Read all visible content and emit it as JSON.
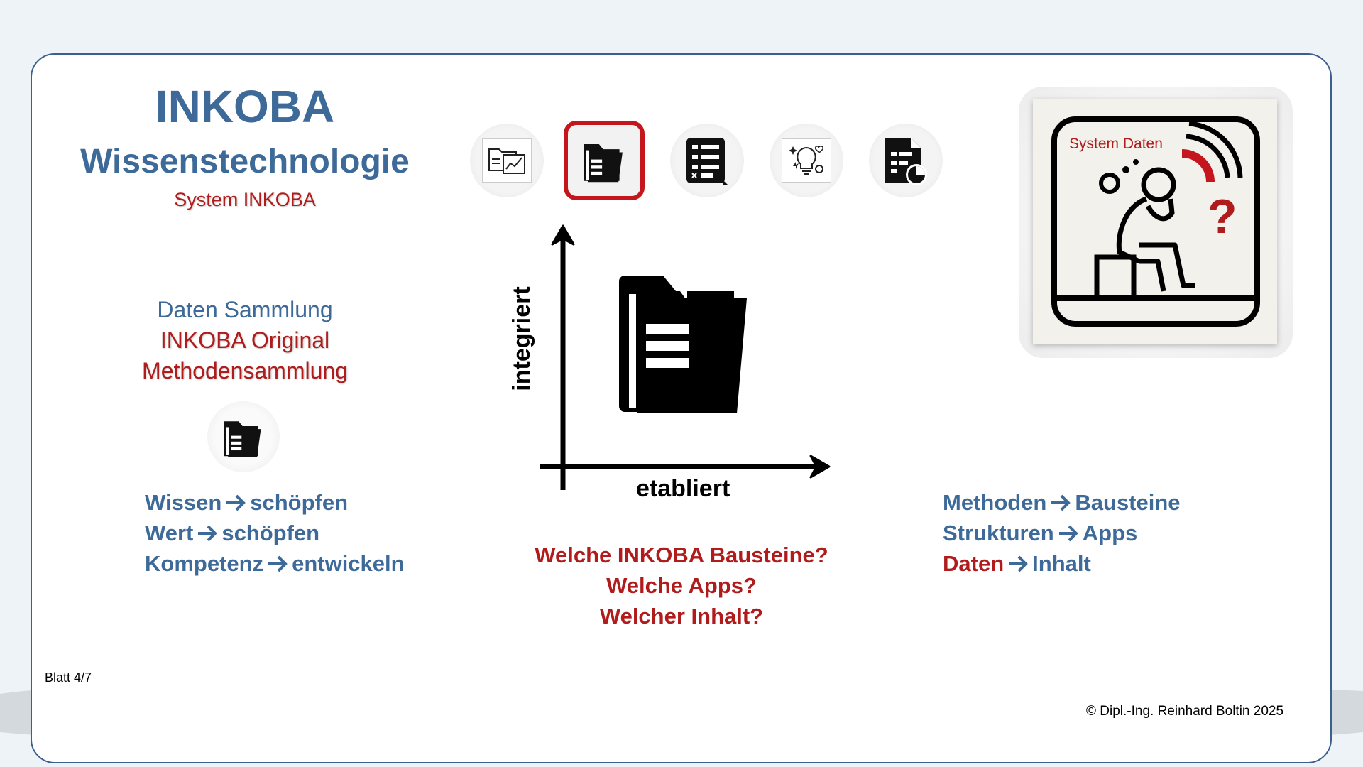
{
  "header": {
    "title": "INKOBA",
    "subtitle": "Wissenstechnologie",
    "tagline": "System INKOBA"
  },
  "left_panel": {
    "line1": "Daten Sammlung",
    "line2": "INKOBA Original",
    "line3": "Methodensammlung",
    "folder_icon": "folder-documents-icon",
    "list": [
      {
        "left": "Wissen",
        "right": "schöpfen"
      },
      {
        "left": "Wert",
        "right": "schöpfen"
      },
      {
        "left": "Kompetenz",
        "right": "entwickeln"
      }
    ]
  },
  "icon_bar": {
    "items": [
      {
        "icon": "folder-chart-icon",
        "active": false
      },
      {
        "icon": "folder-documents-icon",
        "active": true
      },
      {
        "icon": "checklist-icon",
        "active": false
      },
      {
        "icon": "lightbulb-idea-icon",
        "active": false
      },
      {
        "icon": "report-chart-icon",
        "active": false
      }
    ],
    "active_color": "#c4161c"
  },
  "diagram": {
    "x_label": "etabliert",
    "y_label": "integriert",
    "center_icon": "folder-documents-icon"
  },
  "questions": [
    "Welche INKOBA Bausteine?",
    "Welche Apps?",
    "Welcher Inhalt?"
  ],
  "right_panel": {
    "caption": "System Daten",
    "image_icon": "thinking-person-icon",
    "question_mark": "?",
    "list": [
      {
        "left": "Methoden",
        "right": "Bausteine",
        "left_color": "blue"
      },
      {
        "left": "Strukturen",
        "right": "Apps",
        "left_color": "blue"
      },
      {
        "left": "Daten",
        "right": "Inhalt",
        "left_color": "red"
      }
    ]
  },
  "footer": {
    "page": "Blatt 4/7",
    "copyright": "© Dipl.-Ing. Reinhard Boltin 2025"
  },
  "colors": {
    "blue": "#3d6a98",
    "red": "#b01c1c",
    "border": "#3d5f8e"
  }
}
